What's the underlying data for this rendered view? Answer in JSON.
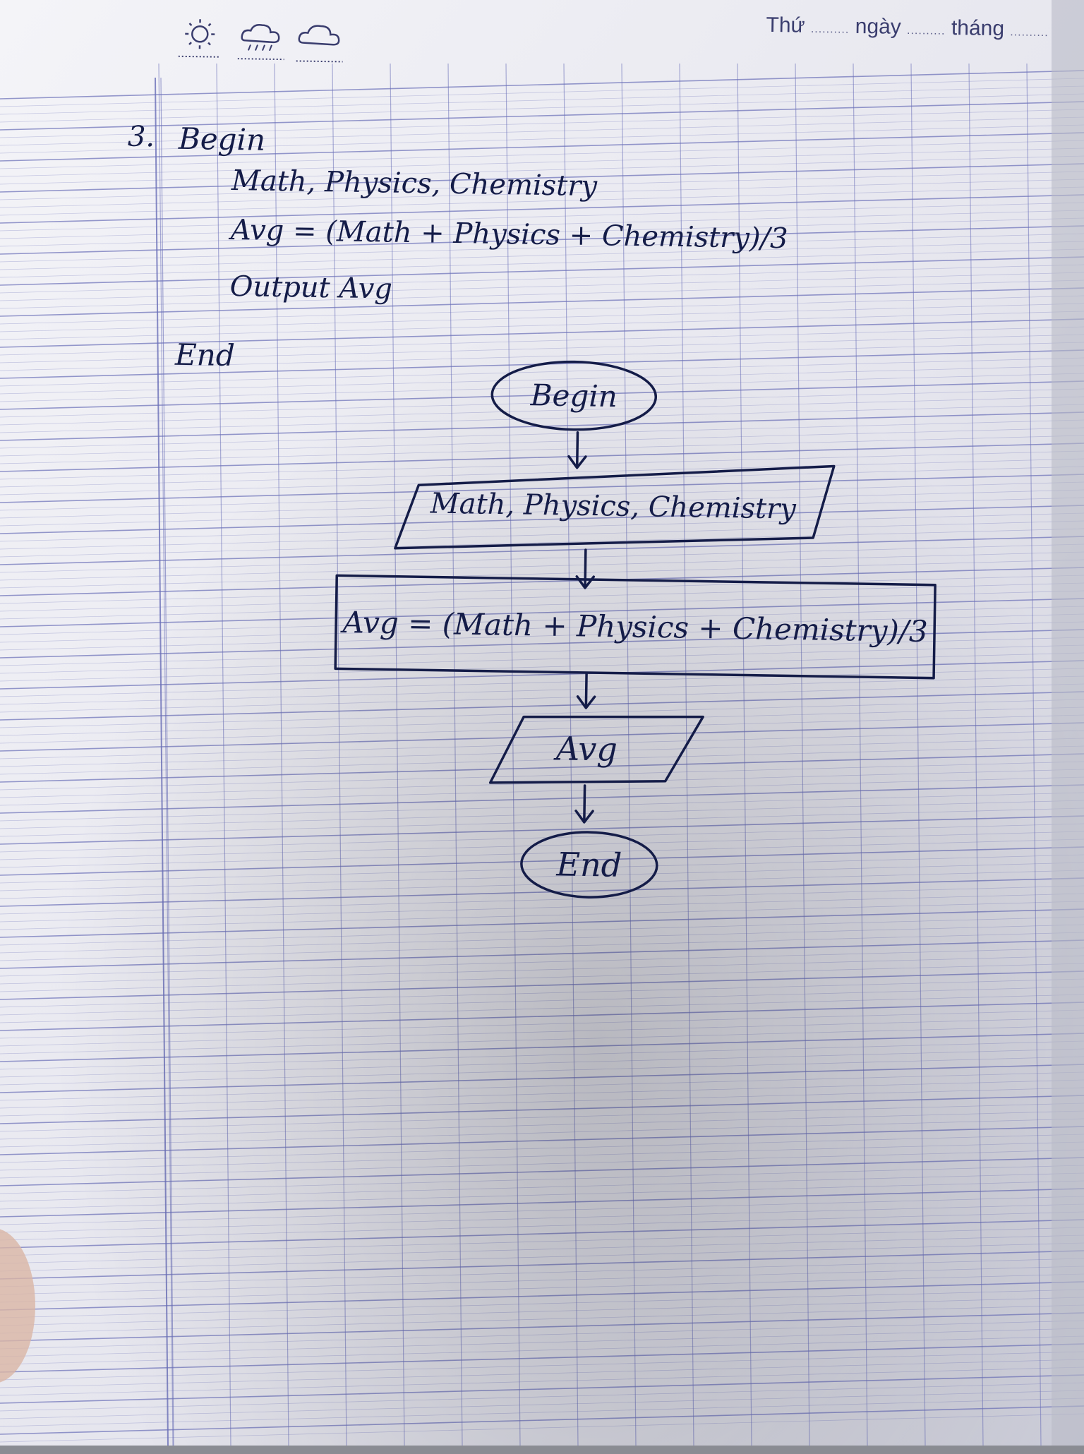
{
  "header": {
    "label_thu": "Thứ",
    "label_ngay": "ngày",
    "label_thang": "tháng",
    "dots": "..........",
    "weather_icons": [
      "sun-icon",
      "rain-cloud-icon",
      "cloud-icon"
    ]
  },
  "pseudocode": {
    "number": "3.",
    "begin": "Begin",
    "input_line": "Math, Physics, Chemistry",
    "calc_line": "Avg = (Math + Physics + Chemistry)/3",
    "output_line": "Output Avg",
    "end": "End"
  },
  "flowchart": {
    "start": "Begin",
    "input": "Math, Physics, Chemistry",
    "process": "Avg = (Math + Physics + Chemistry)/3",
    "output": "Avg",
    "stop": "End"
  },
  "colors": {
    "paper": "#eeeef4",
    "grid": "#6a6fb8",
    "ink": "#141c48"
  }
}
